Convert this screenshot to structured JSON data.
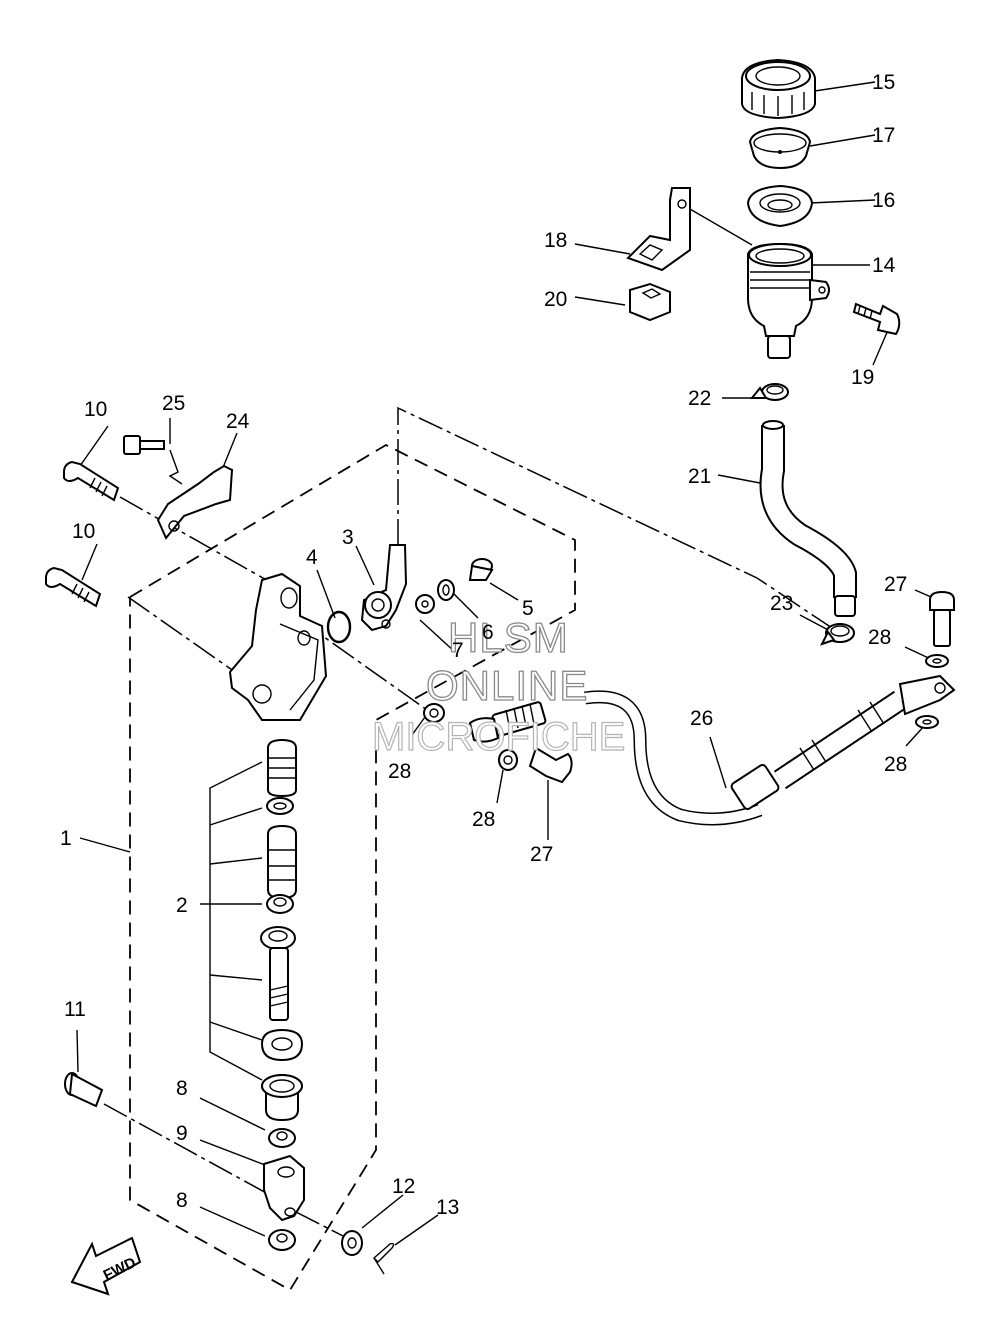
{
  "callouts": [
    {
      "number": "1"
    },
    {
      "number": "2"
    },
    {
      "number": "3"
    },
    {
      "number": "4"
    },
    {
      "number": "5"
    },
    {
      "number": "6"
    },
    {
      "number": "7"
    },
    {
      "number": "8"
    },
    {
      "number": "8"
    },
    {
      "number": "9"
    },
    {
      "number": "10"
    },
    {
      "number": "10"
    },
    {
      "number": "11"
    },
    {
      "number": "12"
    },
    {
      "number": "13"
    },
    {
      "number": "14"
    },
    {
      "number": "15"
    },
    {
      "number": "16"
    },
    {
      "number": "17"
    },
    {
      "number": "18"
    },
    {
      "number": "19"
    },
    {
      "number": "20"
    },
    {
      "number": "21"
    },
    {
      "number": "22"
    },
    {
      "number": "23"
    },
    {
      "number": "24"
    },
    {
      "number": "25"
    },
    {
      "number": "26"
    },
    {
      "number": "27"
    },
    {
      "number": "27"
    },
    {
      "number": "28"
    },
    {
      "number": "28"
    },
    {
      "number": "28"
    },
    {
      "number": "28"
    }
  ],
  "watermark": {
    "line1": "HLSM",
    "line2": "ONLINE",
    "line3": "MICROFICHE"
  },
  "direction_arrow": {
    "label": "FWD"
  },
  "colors": {
    "line": "#000000",
    "background": "#ffffff",
    "watermark_outline": "#8a8a8a"
  }
}
